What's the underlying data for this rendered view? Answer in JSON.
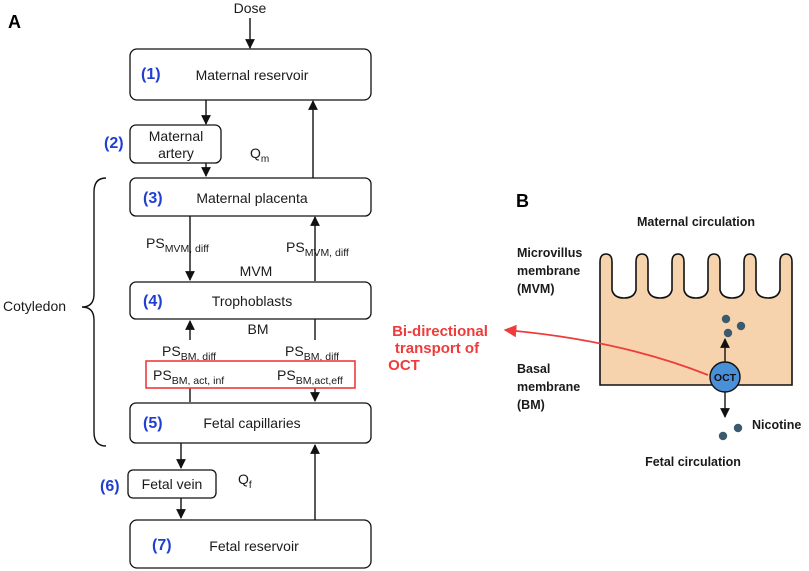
{
  "panels": {
    "a": "A",
    "b": "B"
  },
  "dose": "Dose",
  "compartments": [
    {
      "num": "(1)",
      "label": "Maternal reservoir"
    },
    {
      "num": "(2)",
      "label_line1": "Maternal",
      "label_line2": "artery"
    },
    {
      "num": "(3)",
      "label": "Maternal placenta"
    },
    {
      "num": "(4)",
      "label": "Trophoblasts"
    },
    {
      "num": "(5)",
      "label": "Fetal capillaries"
    },
    {
      "num": "(6)",
      "label": "Fetal vein"
    },
    {
      "num": "(7)",
      "label": "Fetal reservoir"
    }
  ],
  "flows": {
    "qm": {
      "base": "Q",
      "sub": "m"
    },
    "qf": {
      "base": "Q",
      "sub": "f"
    }
  },
  "membranes": {
    "mvm": "MVM",
    "bm": "BM"
  },
  "params": {
    "ps_mvm_diff_left": {
      "base": "PS",
      "sub": "MVM, diff"
    },
    "ps_mvm_diff_right": {
      "base": "PS",
      "sub": "MVM, diff"
    },
    "ps_bm_diff_left": {
      "base": "PS",
      "sub": "BM, diff"
    },
    "ps_bm_diff_right": {
      "base": "PS",
      "sub": "BM, diff"
    },
    "ps_bm_act_inf": {
      "base": "PS",
      "sub": "BM, act, inf"
    },
    "ps_bm_act_eff": {
      "base": "PS",
      "sub": "BM,act,eff"
    }
  },
  "cotyledon": "Cotyledon",
  "callout": {
    "line1": "Bi-directional",
    "line2": "transport of",
    "line3": "OCT"
  },
  "panel_b": {
    "maternal_circulation": "Maternal circulation",
    "mvm_label": {
      "line1": "Microvillus",
      "line2": "membrane",
      "line3": "(MVM)"
    },
    "bm_label": {
      "line1": "Basal",
      "line2": "membrane",
      "line3": "(BM)"
    },
    "oct": "OCT",
    "nicotine": "Nicotine",
    "fetal_circulation": "Fetal circulation"
  },
  "colors": {
    "cell_fill": "#f6d3ad",
    "accent_red": "#ee3b3b",
    "number_blue": "#1f3fd1",
    "dot": "#3c5a6e"
  }
}
